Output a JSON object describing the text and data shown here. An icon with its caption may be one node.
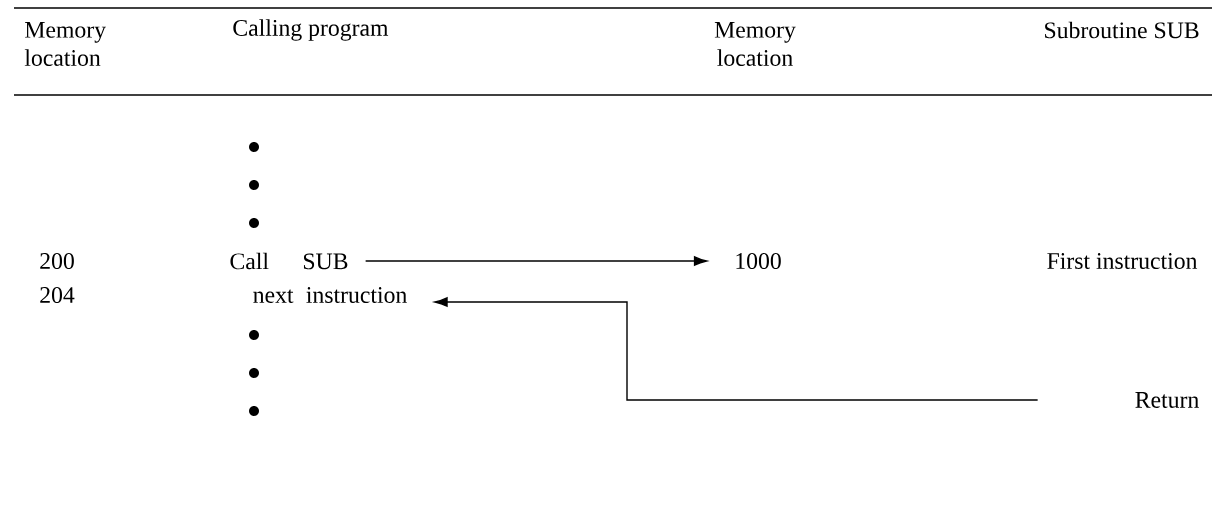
{
  "diagram": {
    "nodes": [
      {
        "text": [
          "Call",
          "SUB"
        ]
      },
      {
        "text": [
          "1000"
        ]
      },
      {
        "text": [
          "next",
          "instruction"
        ]
      },
      {
        "text": [
          "Return"
        ]
      }
    ],
    "edges": [
      {
        "from": 0,
        "to": 1,
        "arrow": "to"
      },
      {
        "from": 3,
        "to": 2,
        "arrow": "to"
      }
    ],
    "labels": [
      "Memory location",
      "Calling program",
      "Memory location",
      "Subroutine SUB",
      "200",
      "204",
      "First instruction"
    ]
  }
}
